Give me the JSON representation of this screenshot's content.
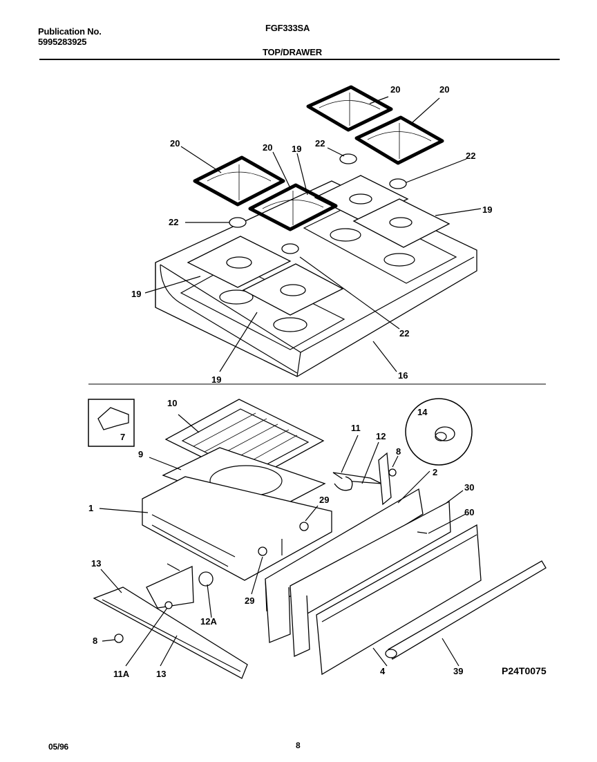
{
  "header": {
    "publication_label": "Publication No.",
    "publication_number": "5995283925",
    "model": "FGF333SA",
    "section": "TOP/DRAWER"
  },
  "footer": {
    "date": "05/96",
    "page": "8",
    "figure_id": "P24T0075"
  },
  "callouts": {
    "c20a": "20",
    "c20b": "20",
    "c20c": "20",
    "c20d": "20",
    "c19a": "19",
    "c19b": "19",
    "c19c": "19",
    "c19d": "19",
    "c22a": "22",
    "c22b": "22",
    "c22c": "22",
    "c22d": "22",
    "c16": "16",
    "c7": "7",
    "c10": "10",
    "c9": "9",
    "c1": "1",
    "c11": "11",
    "c12": "12",
    "c14": "14",
    "c8a": "8",
    "c2": "2",
    "c29a": "29",
    "c29b": "29",
    "c30": "30",
    "c60": "60",
    "c13a": "13",
    "c13b": "13",
    "c12A": "12A",
    "c8b": "8",
    "c11A": "11A",
    "c4": "4",
    "c39": "39"
  }
}
